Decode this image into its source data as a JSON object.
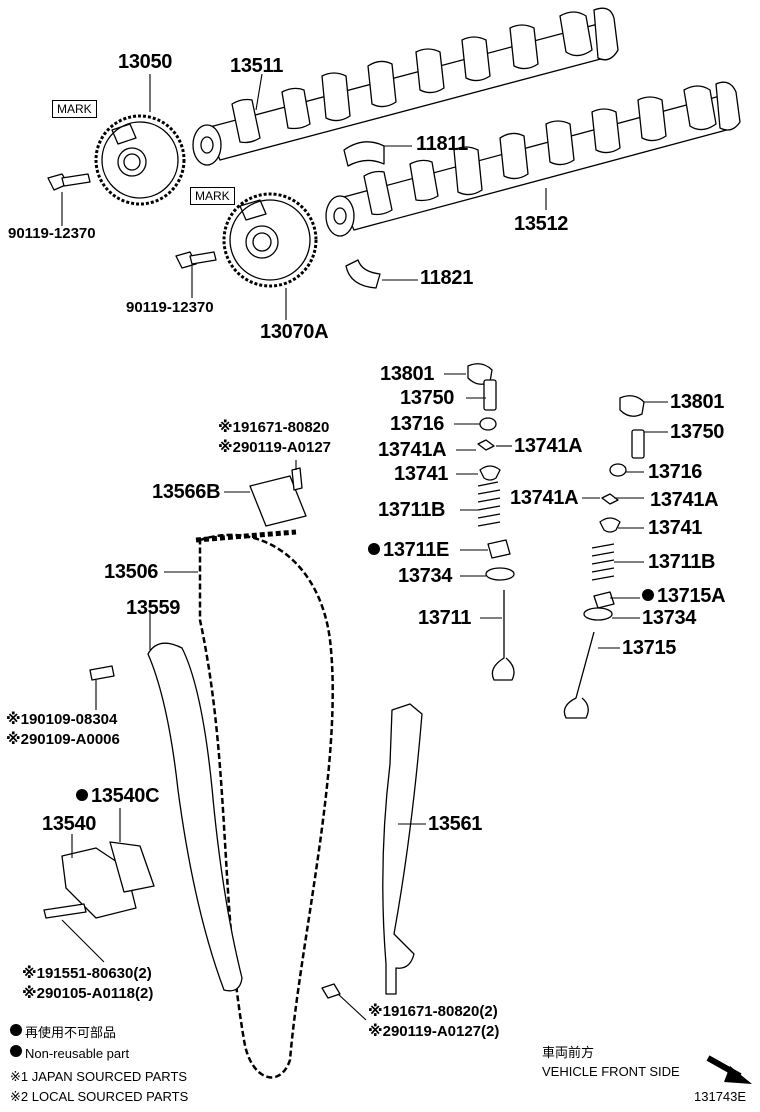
{
  "parts": {
    "p13050": "13050",
    "p13511": "13511",
    "p11811": "11811",
    "p13512": "13512",
    "p11821": "11821",
    "p13070A": "13070A",
    "bolt_a": "90119-12370",
    "bolt_b": "90119-12370",
    "mark_a": "MARK",
    "mark_b": "MARK",
    "p13801_a": "13801",
    "p13750_a": "13750",
    "p13716_a": "13716",
    "p13741A_l": "13741A",
    "p13741A_r": "13741A",
    "p13741_a": "13741",
    "p13711B_a": "13711B",
    "p13711E": "13711E",
    "p13734_a": "13734",
    "p13711": "13711",
    "p13801_b": "13801",
    "p13750_b": "13750",
    "p13716_b": "13716",
    "p13741A_bl": "13741A",
    "p13741A_br": "13741A",
    "p13741_b": "13741",
    "p13711B_b": "13711B",
    "p13715A": "13715A",
    "p13734_b": "13734",
    "p13715": "13715",
    "sym_1": "※1",
    "sym_2": "※2",
    "ref_91671_top": "91671-80820",
    "ref_90119_top": "90119-A0127",
    "p13566B": "13566B",
    "p13506": "13506",
    "p13559": "13559",
    "ref_90109_08304": "90109-08304",
    "ref_90109_A0006": "90109-A0006",
    "p13540C": "13540C",
    "p13540": "13540",
    "p13561": "13561",
    "ref_91551": "91551-80630(2)",
    "ref_90105": "90105-A0118(2)",
    "ref_91671_bot": "91671-80820(2)",
    "ref_90119_bot": "90119-A0127(2)"
  },
  "legend": {
    "nonreusable_jp": "再使用不可部品",
    "nonreusable_en": "Non-reusable part",
    "japan_sourced": "JAPAN SOURCED PARTS",
    "local_sourced": "LOCAL SOURCED PARTS"
  },
  "direction": {
    "jp": "車両前方",
    "en": "VEHICLE FRONT SIDE"
  },
  "figure_id": "131743E"
}
